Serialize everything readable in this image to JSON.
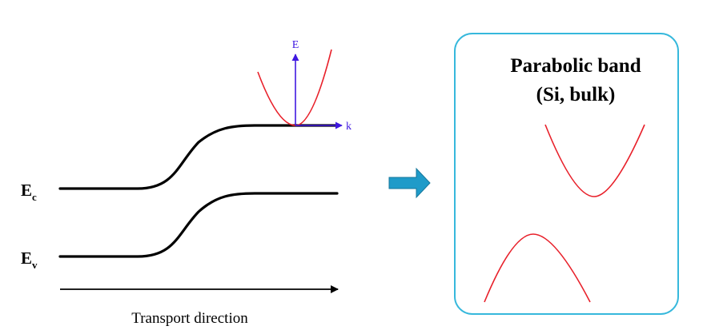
{
  "diagram": {
    "left_panel": {
      "conduction_label": {
        "main": "E",
        "sub": "c"
      },
      "valence_label": {
        "main": "E",
        "sub": "v"
      },
      "axis_caption": "Transport direction",
      "inset": {
        "e_axis_label": "E",
        "k_axis_label": "k"
      }
    },
    "right_panel": {
      "title_line1": "Parabolic band",
      "title_line2": "(Si, bulk)"
    },
    "colors": {
      "band_edge": "#000000",
      "dispersion_curve": "#e8202a",
      "inset_axis": "#3f18e0",
      "panel_border": "#36b8dc",
      "arrow_fill": "#1f9bc9"
    }
  }
}
